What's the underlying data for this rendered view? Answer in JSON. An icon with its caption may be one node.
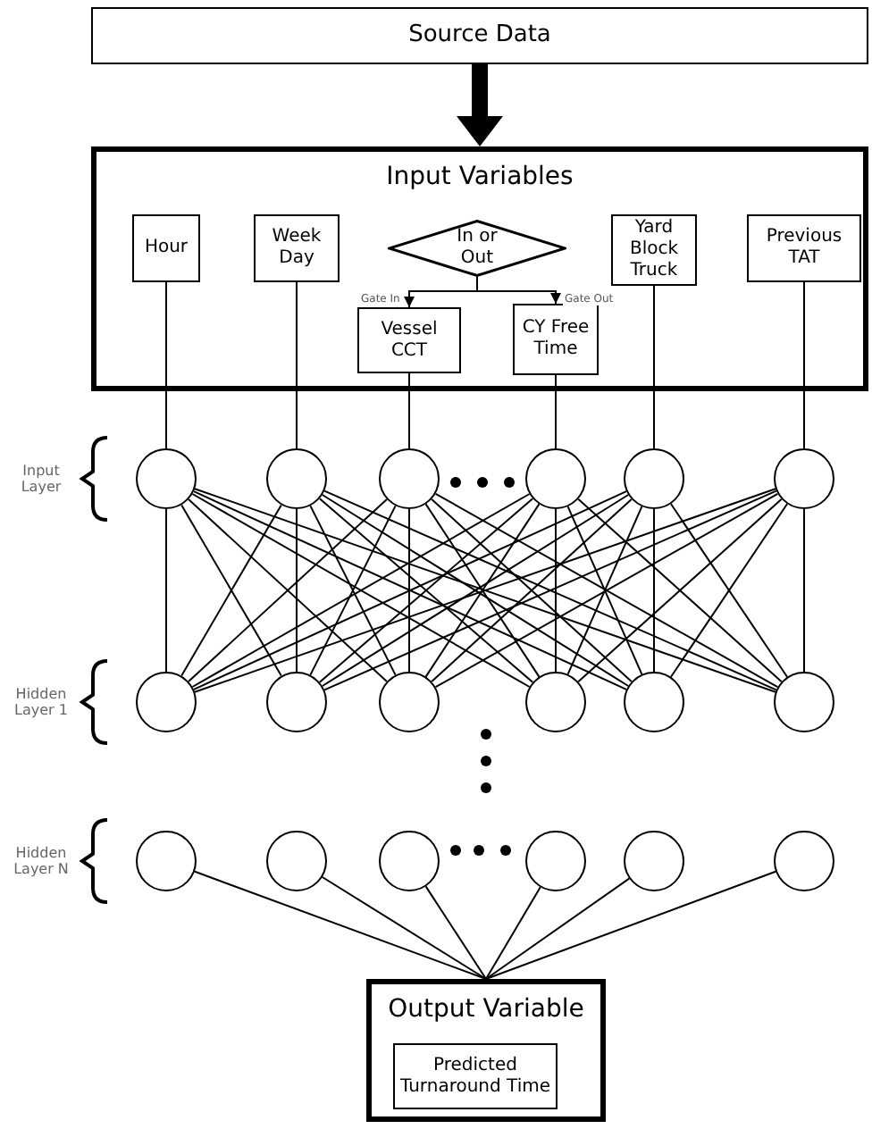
{
  "diagram": {
    "nodes": [
      {
        "text": [
          "Source Data"
        ]
      },
      {
        "text": [
          "Input Variables"
        ]
      },
      {
        "text": [
          "Hour"
        ],
        "in": 1
      },
      {
        "text": [
          "Week Day"
        ],
        "in": 1
      },
      {
        "text": [
          "In or Out"
        ],
        "in": 1
      },
      {
        "text": [
          "Yard Block Truck"
        ],
        "in": 1
      },
      {
        "text": [
          "Previous TAT"
        ],
        "in": 1
      },
      {
        "text": [
          "Vessel CCT"
        ],
        "in": 1
      },
      {
        "text": [
          "CY Free Time"
        ],
        "in": 1
      },
      {
        "text": [],
        "shape": "circle"
      },
      {
        "text": [],
        "shape": "circle"
      },
      {
        "text": [],
        "shape": "circle"
      },
      {
        "text": [],
        "shape": "circle"
      },
      {
        "text": [],
        "shape": "circle"
      },
      {
        "text": [],
        "shape": "circle"
      },
      {
        "text": [],
        "shape": "circle"
      },
      {
        "text": [],
        "shape": "circle"
      },
      {
        "text": [],
        "shape": "circle"
      },
      {
        "text": [],
        "shape": "circle"
      },
      {
        "text": [],
        "shape": "circle"
      },
      {
        "text": [],
        "shape": "circle"
      },
      {
        "text": [],
        "shape": "circle"
      },
      {
        "text": [],
        "shape": "circle"
      },
      {
        "text": [],
        "shape": "circle"
      },
      {
        "text": [],
        "shape": "circle"
      },
      {
        "text": [],
        "shape": "circle"
      },
      {
        "text": [],
        "shape": "circle"
      },
      {
        "text": [
          "Output Variable"
        ]
      },
      {
        "text": [
          "Predicted Turnaround Time"
        ],
        "in": 27
      }
    ],
    "edges": [
      {
        "from": 0,
        "to": 1,
        "arrow": "to",
        "style": "thick"
      },
      {
        "from": 4,
        "to": 7,
        "arrow": "to",
        "label": "Gate In"
      },
      {
        "from": 4,
        "to": 8,
        "arrow": "to",
        "label": "Gate Out"
      },
      {
        "from": 2,
        "to": 9,
        "arrow": "none"
      },
      {
        "from": 3,
        "to": 10,
        "arrow": "none"
      },
      {
        "from": 7,
        "to": 11,
        "arrow": "none"
      },
      {
        "from": 8,
        "to": 12,
        "arrow": "none"
      },
      {
        "from": 5,
        "to": 13,
        "arrow": "none"
      },
      {
        "from": 6,
        "to": 14,
        "arrow": "none"
      },
      {
        "from": 9,
        "to": 15,
        "arrow": "none"
      },
      {
        "from": 9,
        "to": 16,
        "arrow": "none"
      },
      {
        "from": 9,
        "to": 17,
        "arrow": "none"
      },
      {
        "from": 9,
        "to": 18,
        "arrow": "none"
      },
      {
        "from": 9,
        "to": 19,
        "arrow": "none"
      },
      {
        "from": 9,
        "to": 20,
        "arrow": "none"
      },
      {
        "from": 10,
        "to": 15,
        "arrow": "none"
      },
      {
        "from": 10,
        "to": 16,
        "arrow": "none"
      },
      {
        "from": 10,
        "to": 17,
        "arrow": "none"
      },
      {
        "from": 10,
        "to": 18,
        "arrow": "none"
      },
      {
        "from": 10,
        "to": 19,
        "arrow": "none"
      },
      {
        "from": 10,
        "to": 20,
        "arrow": "none"
      },
      {
        "from": 11,
        "to": 15,
        "arrow": "none"
      },
      {
        "from": 11,
        "to": 16,
        "arrow": "none"
      },
      {
        "from": 11,
        "to": 17,
        "arrow": "none"
      },
      {
        "from": 11,
        "to": 18,
        "arrow": "none"
      },
      {
        "from": 11,
        "to": 19,
        "arrow": "none"
      },
      {
        "from": 11,
        "to": 20,
        "arrow": "none"
      },
      {
        "from": 12,
        "to": 15,
        "arrow": "none"
      },
      {
        "from": 12,
        "to": 16,
        "arrow": "none"
      },
      {
        "from": 12,
        "to": 17,
        "arrow": "none"
      },
      {
        "from": 12,
        "to": 18,
        "arrow": "none"
      },
      {
        "from": 12,
        "to": 19,
        "arrow": "none"
      },
      {
        "from": 12,
        "to": 20,
        "arrow": "none"
      },
      {
        "from": 13,
        "to": 15,
        "arrow": "none"
      },
      {
        "from": 13,
        "to": 16,
        "arrow": "none"
      },
      {
        "from": 13,
        "to": 17,
        "arrow": "none"
      },
      {
        "from": 13,
        "to": 18,
        "arrow": "none"
      },
      {
        "from": 13,
        "to": 19,
        "arrow": "none"
      },
      {
        "from": 13,
        "to": 20,
        "arrow": "none"
      },
      {
        "from": 14,
        "to": 15,
        "arrow": "none"
      },
      {
        "from": 14,
        "to": 16,
        "arrow": "none"
      },
      {
        "from": 14,
        "to": 17,
        "arrow": "none"
      },
      {
        "from": 14,
        "to": 18,
        "arrow": "none"
      },
      {
        "from": 14,
        "to": 19,
        "arrow": "none"
      },
      {
        "from": 14,
        "to": 20,
        "arrow": "none"
      },
      {
        "from": 21,
        "to": 27,
        "arrow": "none"
      },
      {
        "from": 22,
        "to": 27,
        "arrow": "none"
      },
      {
        "from": 23,
        "to": 27,
        "arrow": "none"
      },
      {
        "from": 24,
        "to": 27,
        "arrow": "none"
      },
      {
        "from": 25,
        "to": 27,
        "arrow": "none"
      },
      {
        "from": 26,
        "to": 27,
        "arrow": "none"
      }
    ],
    "labels": [
      "Input Layer",
      "Hidden Layer 1",
      "Hidden Layer N"
    ]
  }
}
